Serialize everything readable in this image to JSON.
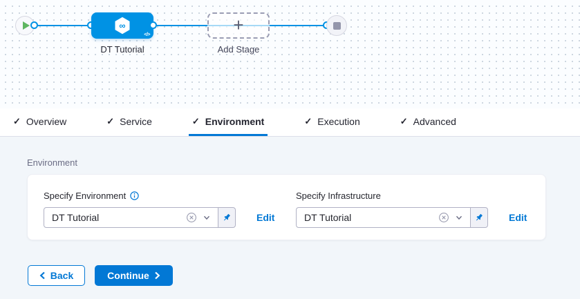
{
  "pipeline_canvas": {
    "stage_node_label": "DT Tutorial",
    "stage_code_badge": "</>",
    "add_stage_label": "Add Stage"
  },
  "icons": {
    "infinity": "∞",
    "plus": "+",
    "check": "✓"
  },
  "tabs": [
    {
      "label": "Overview"
    },
    {
      "label": "Service"
    },
    {
      "label": "Environment"
    },
    {
      "label": "Execution"
    },
    {
      "label": "Advanced"
    }
  ],
  "active_tab": "Environment",
  "environment_panel": {
    "heading": "Environment",
    "environment_group": {
      "label": "Specify Environment",
      "value": "DT Tutorial",
      "edit_label": "Edit"
    },
    "infrastructure_group": {
      "label": "Specify Infrastructure",
      "value": "DT Tutorial",
      "edit_label": "Edit"
    }
  },
  "footer": {
    "back_label": "Back",
    "continue_label": "Continue"
  },
  "colors": {
    "primary_blue": "#0278d5",
    "node_blue": "#0092e4",
    "success_green": "#5fb661"
  }
}
